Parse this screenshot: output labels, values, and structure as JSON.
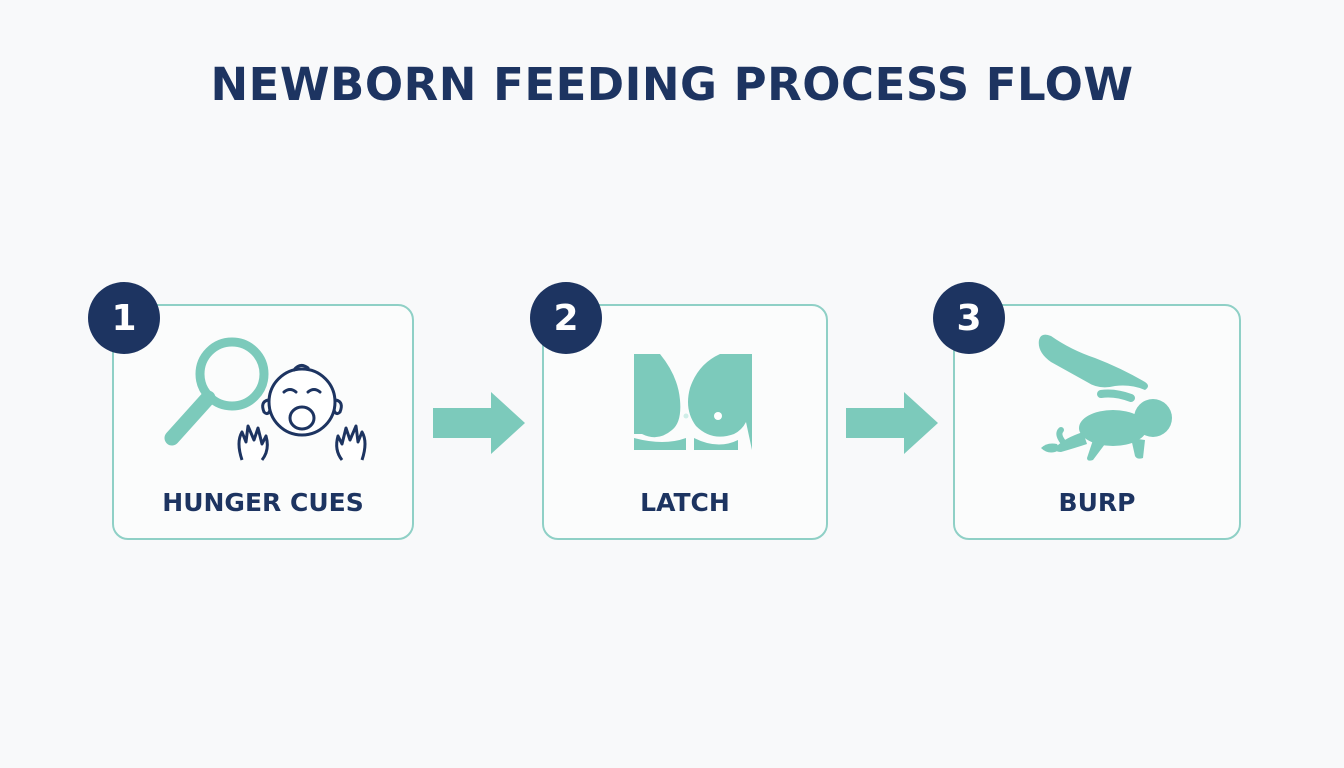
{
  "title": "NEWBORN FEEDING PROCESS FLOW",
  "steps": [
    {
      "number": "1",
      "label": "HUNGER CUES",
      "icon": "magnifier-crying-baby-icon"
    },
    {
      "number": "2",
      "label": "LATCH",
      "icon": "breastfeeding-latch-icon"
    },
    {
      "number": "3",
      "label": "BURP",
      "icon": "hand-patting-baby-icon"
    }
  ],
  "connectors": [
    "arrow-right-icon",
    "arrow-right-icon"
  ],
  "colors": {
    "navy": "#1d3461",
    "teal": "#7ccabb",
    "card_border": "#8fd0c6",
    "background": "#f8f9fa"
  }
}
